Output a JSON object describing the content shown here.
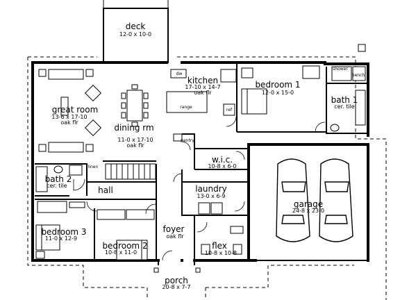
{
  "rooms": {
    "deck": {
      "name": "deck",
      "dim": "12-0 x 10-0"
    },
    "kitchen": {
      "name": "kitchen",
      "dim": "17-10 x 14-7",
      "floor": "oak flr"
    },
    "bedroom1": {
      "name": "bedroom 1",
      "dim": "12-0 x 15-0"
    },
    "bath1": {
      "name": "bath 1",
      "floor": "cer. tile"
    },
    "great_room": {
      "name": "great room",
      "dim": "13-6 x 17-10",
      "floor": "oak flr"
    },
    "dining": {
      "name": "dining rm",
      "dim": "11-0 x 17-10",
      "floor": "oak flr"
    },
    "wic": {
      "name": "w.i.c.",
      "dim": "10-8 x 6-0"
    },
    "bath2": {
      "name": "bath 2",
      "floor": "cer. tile"
    },
    "hall": {
      "name": "hall"
    },
    "laundry": {
      "name": "laundry",
      "dim": "13-0 x 6-9"
    },
    "garage": {
      "name": "garage",
      "dim": "24-8 x 23-0"
    },
    "bedroom3": {
      "name": "bedroom 3",
      "dim": "11-0 x 12-9"
    },
    "bedroom2": {
      "name": "bedroom 2",
      "dim": "10-8 x 11-0"
    },
    "foyer": {
      "name": "foyer",
      "floor": "oak flr"
    },
    "flex": {
      "name": "flex",
      "dim": "10-8 x 10-8"
    },
    "porch": {
      "name": "porch",
      "dim": "20-8 x 7-7"
    }
  },
  "fixtures": {
    "pantry": "pantry",
    "shower": "shower",
    "bench": "bench",
    "dw": "dw",
    "range": "range",
    "ref": "ref",
    "linen": "linen"
  }
}
